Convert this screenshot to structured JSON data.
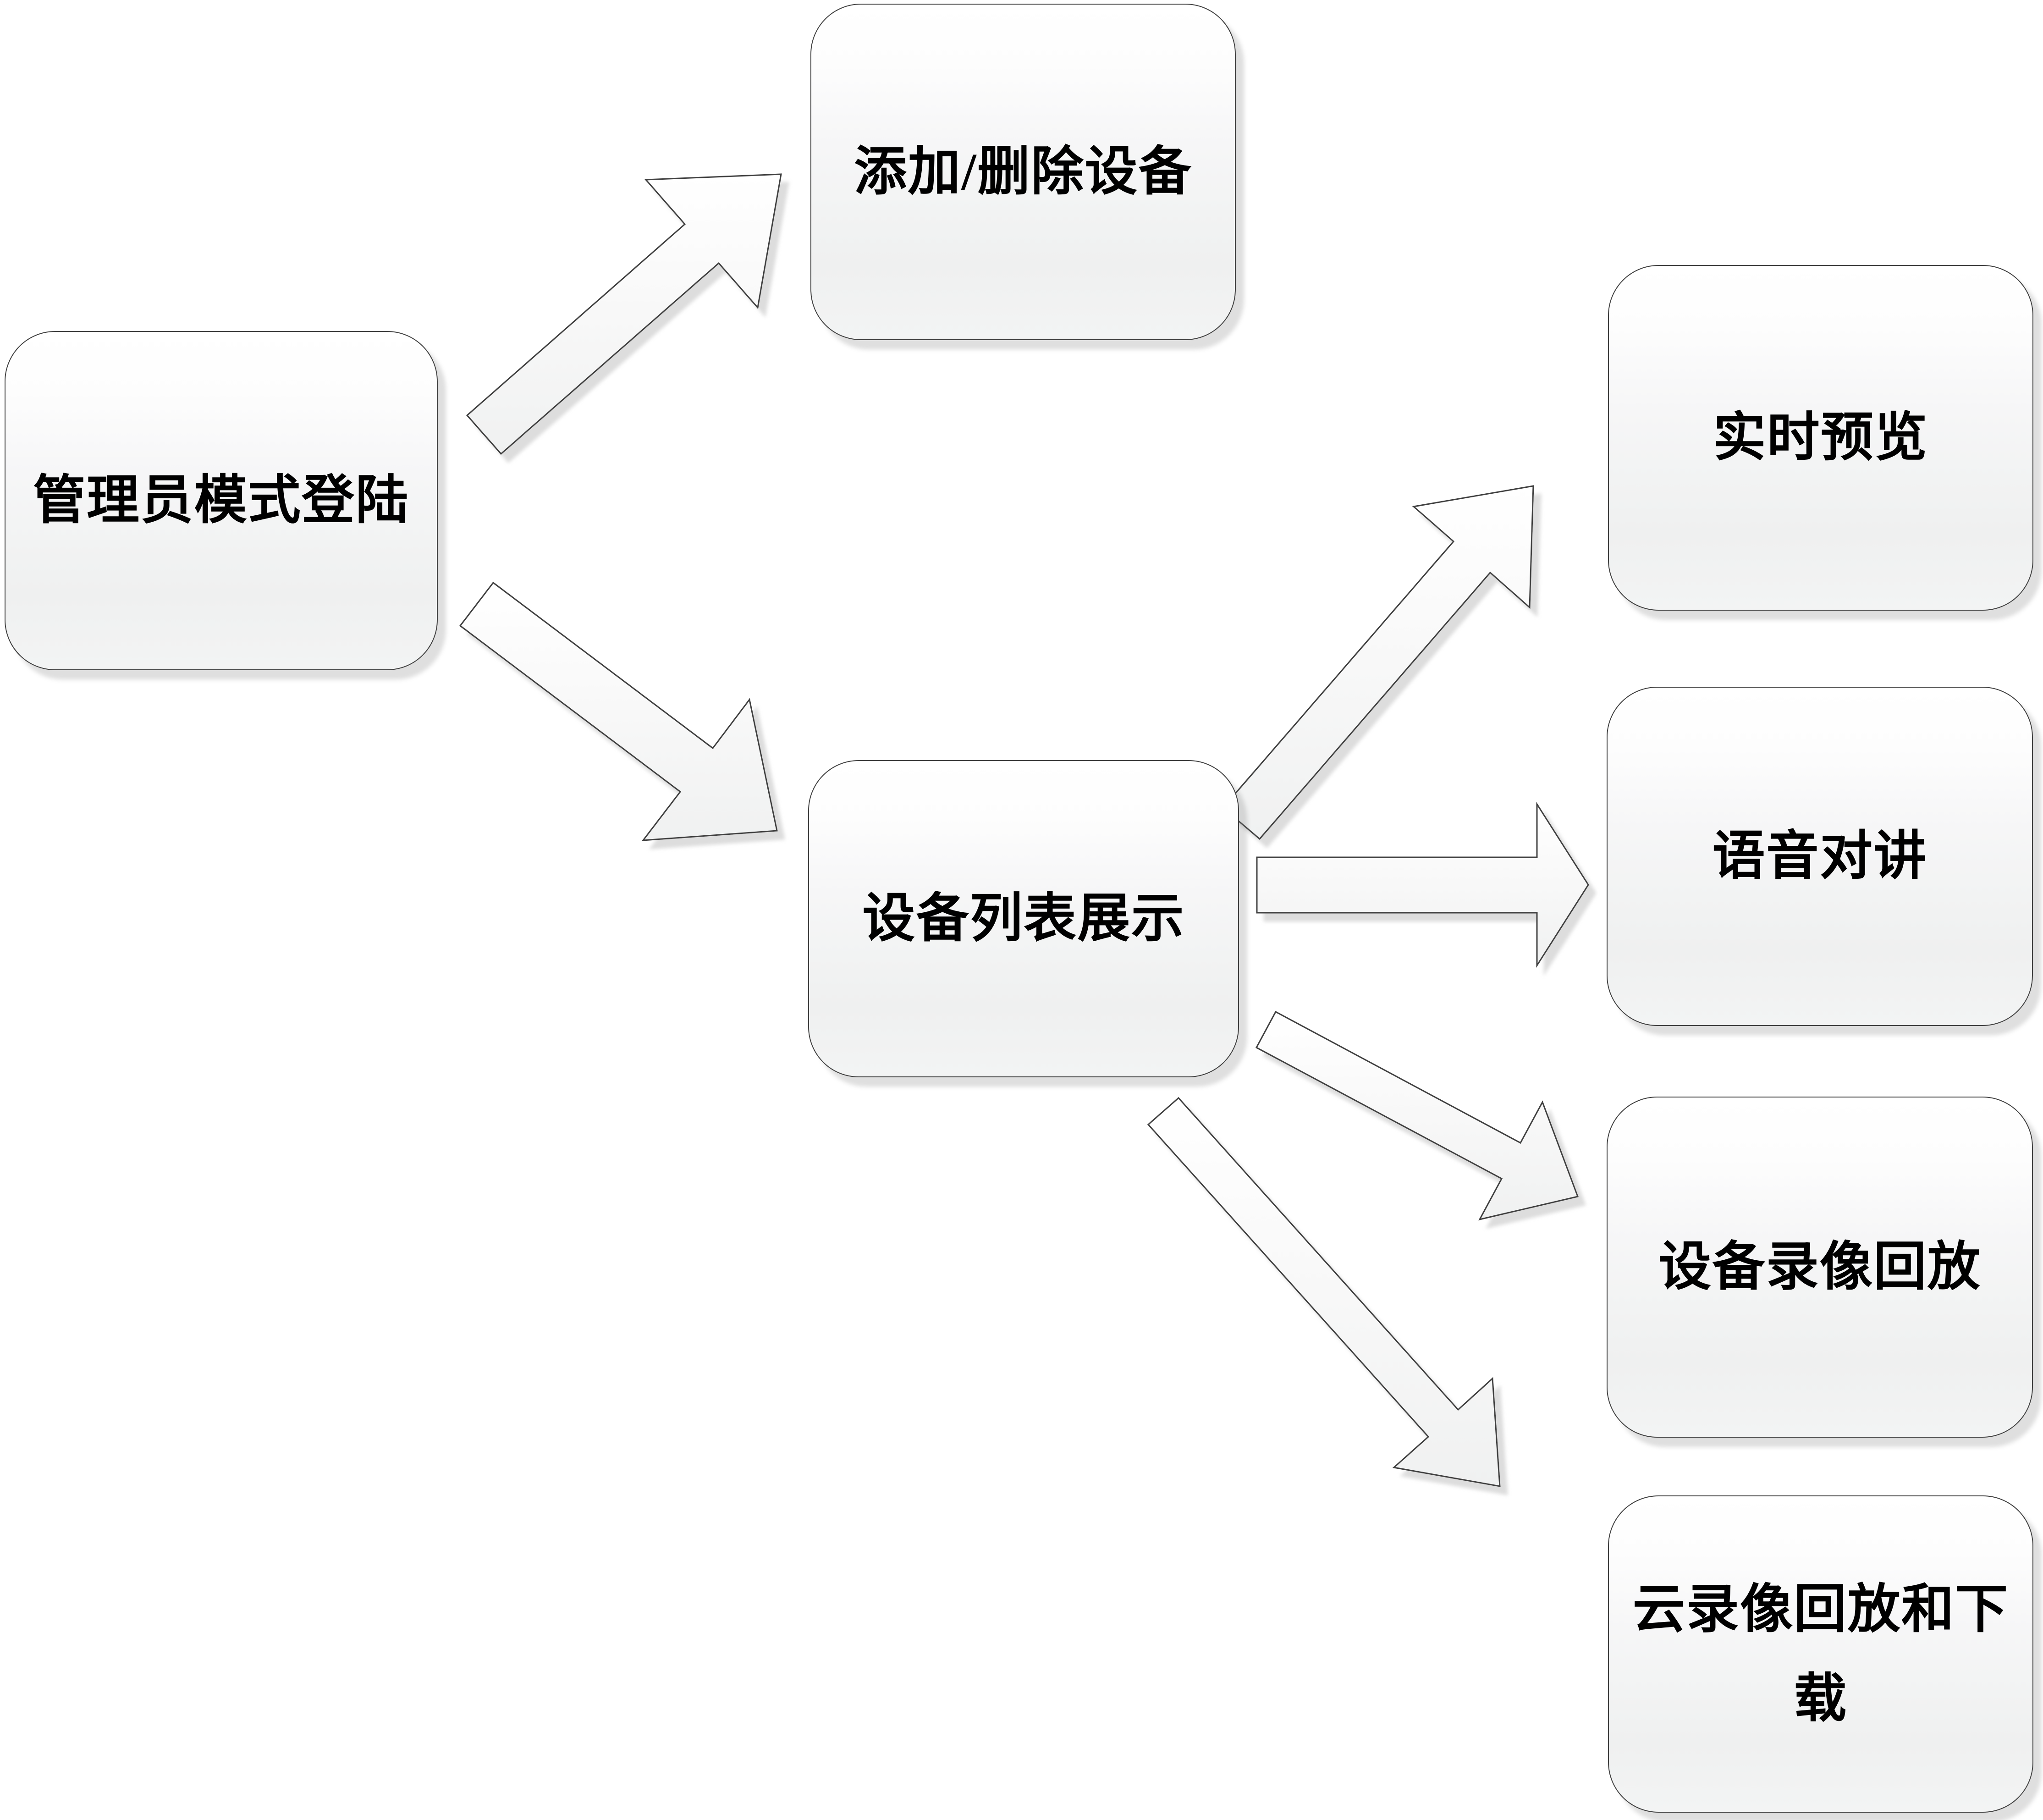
{
  "diagram": {
    "nodes": [
      {
        "id": "admin-login",
        "label": "管理员模式登陆"
      },
      {
        "id": "add-delete-device",
        "label": "添加/删除设备"
      },
      {
        "id": "device-list",
        "label": "设备列表展示"
      },
      {
        "id": "live-preview",
        "label": "实时预览"
      },
      {
        "id": "voice-intercom",
        "label": "语音对讲"
      },
      {
        "id": "device-record-playback",
        "label": "设备录像回放"
      },
      {
        "id": "cloud-record-playback",
        "label": "云录像回放和下载"
      }
    ],
    "edges": [
      {
        "from": "admin-login",
        "to": "add-delete-device"
      },
      {
        "from": "admin-login",
        "to": "device-list"
      },
      {
        "from": "device-list",
        "to": "live-preview"
      },
      {
        "from": "device-list",
        "to": "voice-intercom"
      },
      {
        "from": "device-list",
        "to": "device-record-playback"
      },
      {
        "from": "device-list",
        "to": "cloud-record-playback"
      }
    ],
    "colors": {
      "background": "#ffffff",
      "node_border": "#404040",
      "node_fill_top": "#ffffff",
      "node_fill_bottom": "#eff0f0",
      "arrow_border": "#404040",
      "arrow_fill": "#fafafa",
      "shadow": "#dddddd",
      "text": "#000000"
    }
  }
}
